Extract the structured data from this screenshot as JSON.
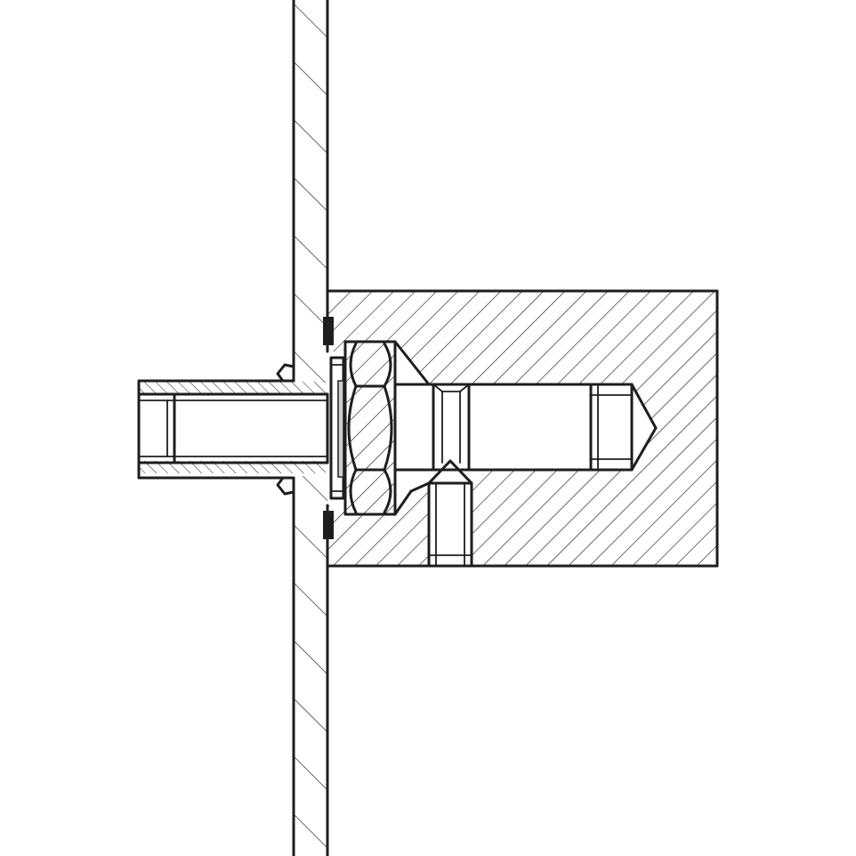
{
  "drawing": {
    "style": "technical cross-section line drawing",
    "line_color": "#1e1e1e",
    "background_color": "#ffffff",
    "components": [
      {
        "name": "wall-panel",
        "hatched": true
      },
      {
        "name": "mounting-block",
        "hatched": true
      },
      {
        "name": "threaded-sleeve",
        "hatched": true
      },
      {
        "name": "washer"
      },
      {
        "name": "hex-nut"
      },
      {
        "name": "threaded-stud"
      },
      {
        "name": "grub-screw"
      },
      {
        "name": "rubber-gasket"
      }
    ]
  }
}
